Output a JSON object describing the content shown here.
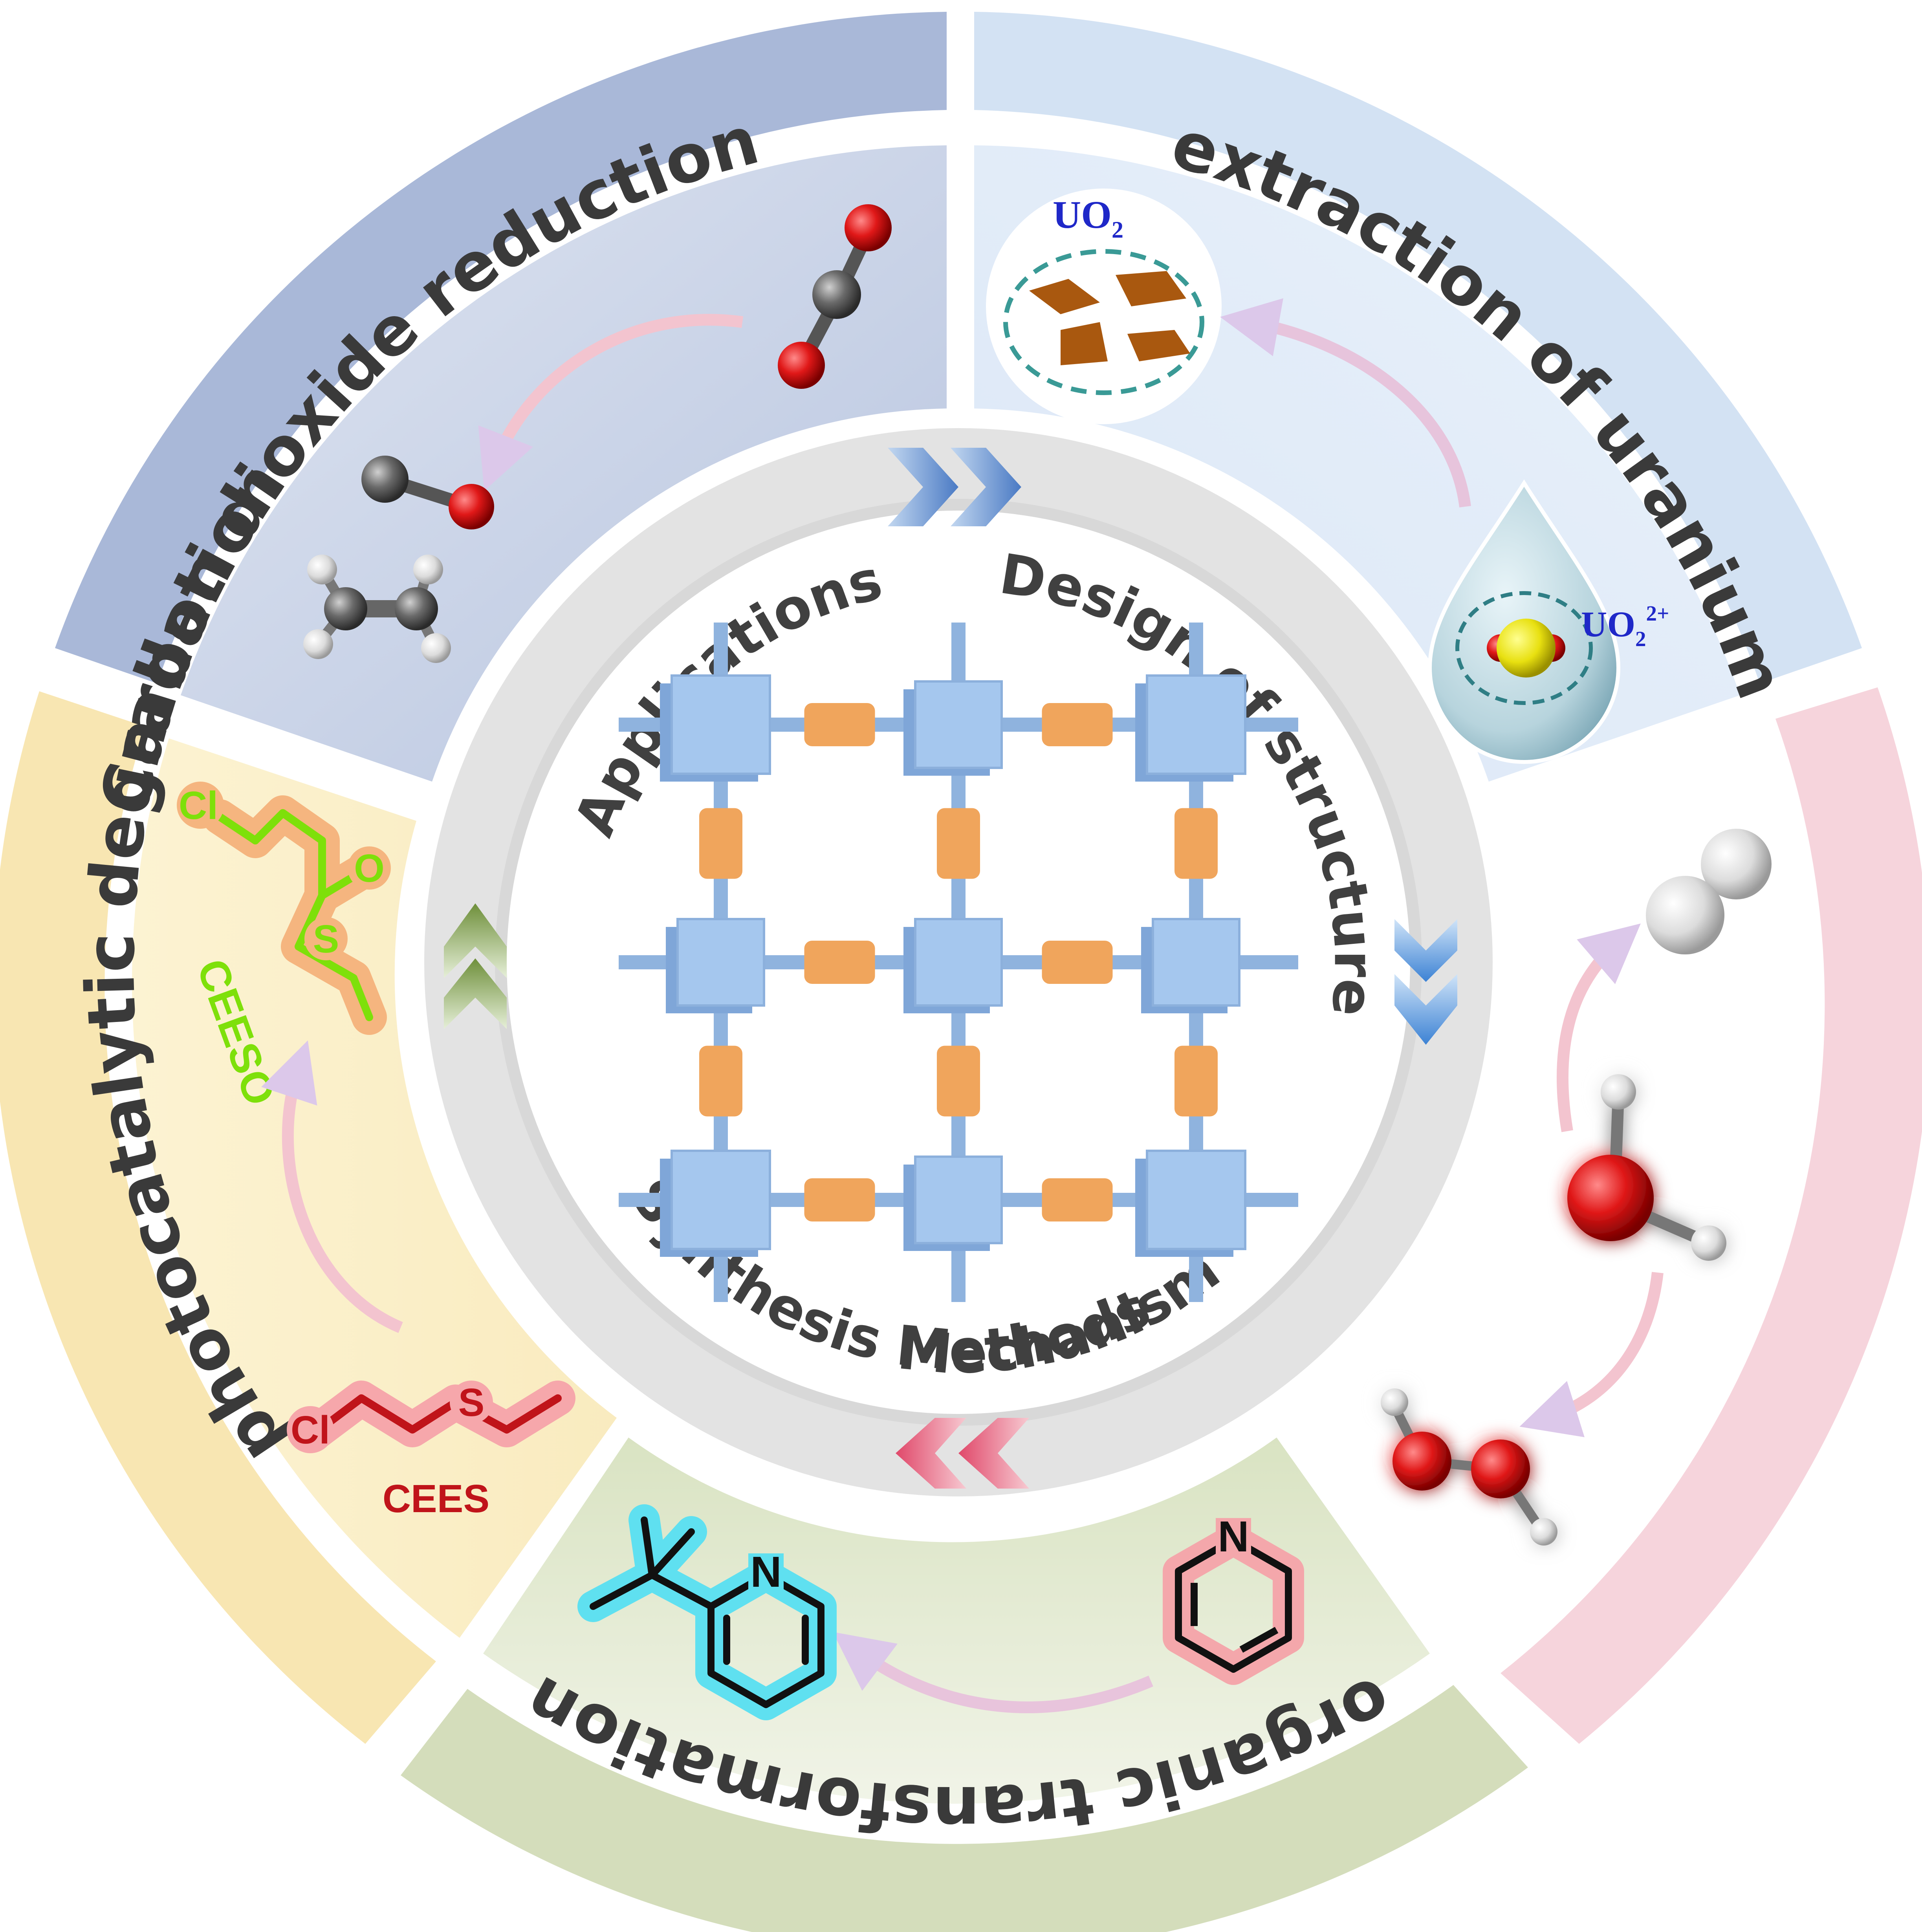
{
  "sectors": {
    "co2": "Carbon dioxide reduction",
    "uranium": "extraction of uranium",
    "degradation": "photocatalytic degradation",
    "organic": "organic transformation"
  },
  "ring": {
    "applications": "Applications",
    "design": "Design of structure",
    "synthesis": "Synthesis Methods",
    "mechanism": "Mechanism"
  },
  "chem": {
    "uo2": "UO",
    "uo2_sub": "2",
    "uo2_ion": "UO",
    "uo2_ion_sub": "2",
    "uo2_ion_sup": "2+",
    "cl_top": "Cl",
    "s_top": "S",
    "o_top": "O",
    "ceeso": "CEESO",
    "cl_bottom": "Cl",
    "s_bottom": "S",
    "cees": "CEES",
    "n_left": "N",
    "n_right": "N"
  },
  "colors": {
    "co2_sector": "#a8b7d6",
    "uranium_sector": "#d3e2f2",
    "h2_sector": "#f5d3dc",
    "organic_sector": "#d3dcba",
    "degradation_sector": "#f7e6b1",
    "center_ring": "#e4e4e4",
    "framework_node": "#a5c7ee",
    "linker": "#f0a55c"
  }
}
